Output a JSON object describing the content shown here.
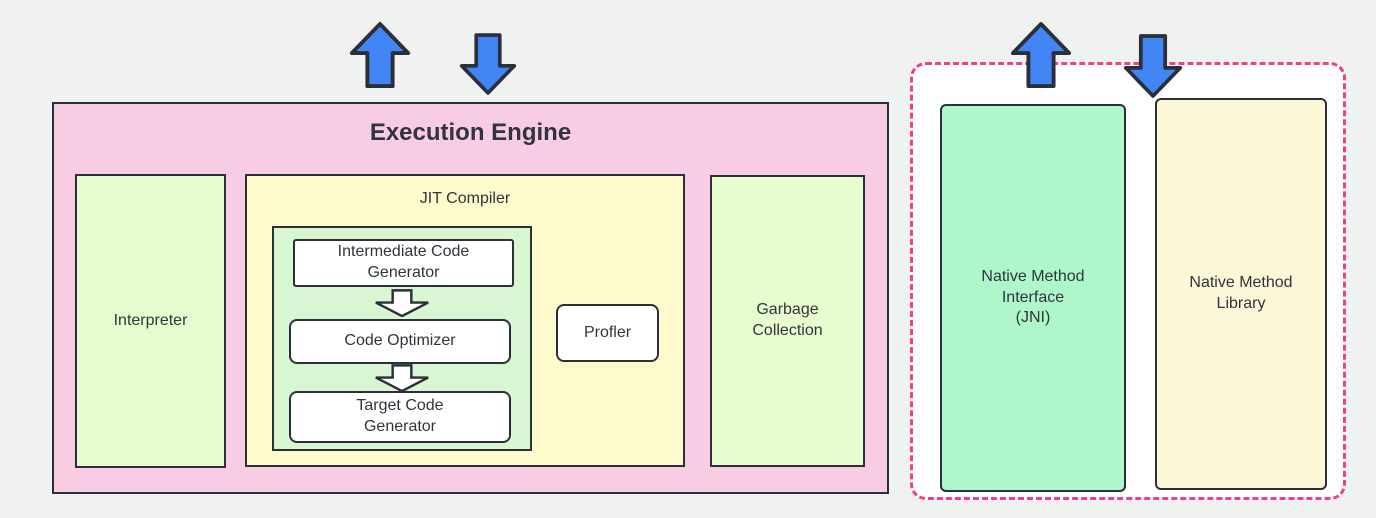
{
  "diagram": {
    "execution_engine": {
      "title": "Execution Engine",
      "interpreter_label": "Interpreter",
      "jit": {
        "title": "JIT Compiler",
        "pipeline": [
          "Intermediate Code Generator",
          "Code Optimizer",
          "Target Code Generator"
        ],
        "profiler_label": "Profler"
      },
      "garbage_collection_label": "Garbage Collection"
    },
    "native": {
      "interface_label": "Native Method Interface",
      "interface_sub_label": "(JNI)",
      "library_label": "Native Method Library"
    },
    "icons": {
      "up_arrow": "up-arrow",
      "down_arrow": "down-arrow",
      "flow_arrow": "hollow-down-arrow"
    }
  },
  "colors": {
    "background": "#f0f1f1",
    "border_dark": "#2b2f38",
    "text": "#31343c",
    "pink_fill": "#f8cde4",
    "pale_green_fill": "#e7fccf",
    "pale_yellow_fill": "#fdfbcb",
    "mint_panel_fill": "#d8f6d2",
    "mint_fill": "#adf7cb",
    "cream_fill": "#fcf8d7",
    "white_fill": "#ffffff",
    "arrow_blue": "#4285f4",
    "dashed_pink": "#ed3f8c"
  }
}
